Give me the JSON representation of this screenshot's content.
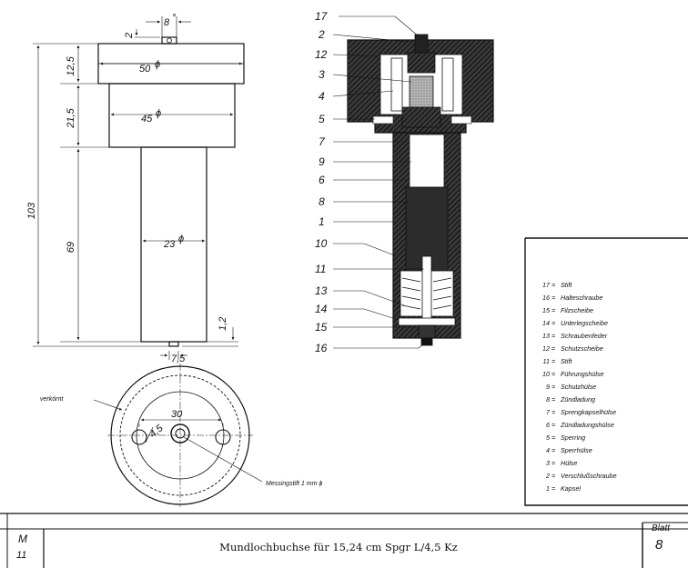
{
  "dimensions": {
    "pin_width": "8",
    "pin_height": "2",
    "cap_height": "12,5",
    "cap_diameter": "50",
    "shoulder_height": "21,5",
    "shoulder_diameter": "45",
    "total_height": "103",
    "body_height": "69",
    "body_diameter": "23",
    "bottom_pin_height": "1,2",
    "bottom_pin_diameter": "7,5",
    "diameter_symbol": "ϕ",
    "degree_symbol": "°"
  },
  "bottom_view": {
    "hole_distance": "30",
    "hole_diameter": "4,5",
    "label_left": "verkörnt",
    "label_pin": "Messingstift 1 mm ϕ"
  },
  "part_numbers": [
    "17",
    "2",
    "12",
    "3",
    "4",
    "5",
    "7",
    "9",
    "6",
    "8",
    "1",
    "10",
    "11",
    "13",
    "14",
    "15",
    "16"
  ],
  "legend": [
    {
      "no": "17",
      "name": "Stift"
    },
    {
      "no": "16",
      "name": "Halteschraube"
    },
    {
      "no": "15",
      "name": "Filzscheibe"
    },
    {
      "no": "14",
      "name": "Unterlegscheibe"
    },
    {
      "no": "13",
      "name": "Schraubenfeder"
    },
    {
      "no": "12",
      "name": "Schutzscheibe"
    },
    {
      "no": "11",
      "name": "Stift"
    },
    {
      "no": "10",
      "name": "Führungshülse"
    },
    {
      "no": "9",
      "name": "Schutzhülse"
    },
    {
      "no": "8",
      "name": "Zündladung"
    },
    {
      "no": "7",
      "name": "Sprengkapselhülse"
    },
    {
      "no": "6",
      "name": "Zündladungshülse"
    },
    {
      "no": "5",
      "name": "Sperring"
    },
    {
      "no": "4",
      "name": "Sperrhülse"
    },
    {
      "no": "3",
      "name": "Hülse"
    },
    {
      "no": "2",
      "name": "Verschlußschraube"
    },
    {
      "no": "1",
      "name": "Kapsel"
    }
  ],
  "title_block": {
    "code_top": "M",
    "code_bottom": "11",
    "title": "Mundlochbuchse für 15,24 cm Spgr L/4,5 Kz",
    "sheet_label": "Blatt",
    "sheet_number": "8"
  },
  "colors": {
    "ink": "#151515",
    "paper": "#ffffff",
    "hatch": "#2a2a2a"
  }
}
